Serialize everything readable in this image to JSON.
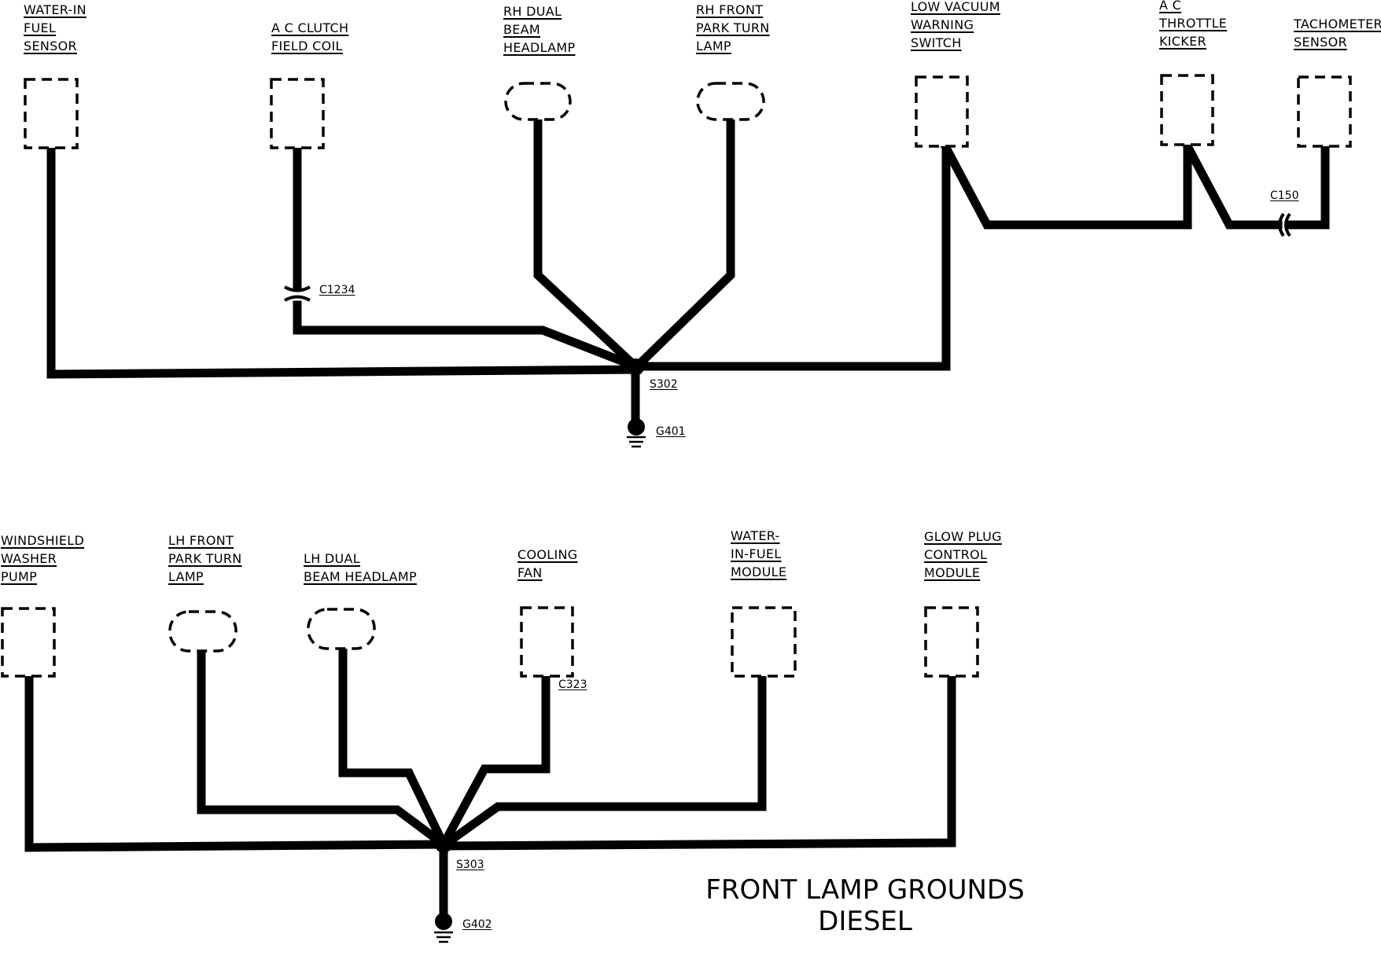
{
  "diagram": {
    "title_line1": "FRONT LAMP GROUNDS",
    "title_line2": "DIESEL",
    "top_circuit": {
      "components": [
        {
          "name": "water-in-fuel-sensor",
          "lines": [
            "WATER-IN",
            "FUEL",
            "SENSOR"
          ]
        },
        {
          "name": "ac-clutch-field-coil",
          "lines": [
            "A C CLUTCH",
            "FIELD COIL"
          ]
        },
        {
          "name": "rh-dual-beam-headlamp",
          "lines": [
            "RH DUAL",
            "BEAM",
            "HEADLAMP"
          ]
        },
        {
          "name": "rh-front-park-turn-lamp",
          "lines": [
            "RH FRONT",
            "PARK TURN",
            "LAMP"
          ]
        },
        {
          "name": "low-vacuum-warning-switch",
          "lines": [
            "LOW VACUUM",
            "WARNING",
            "SWITCH"
          ]
        },
        {
          "name": "ac-throttle-kicker",
          "lines": [
            "A C",
            "THROTTLE",
            "KICKER"
          ]
        },
        {
          "name": "tachometer-sensor",
          "lines": [
            "TACHOMETER",
            "SENSOR"
          ]
        }
      ],
      "connectors": {
        "c1234": "C1234",
        "c150": "C150"
      },
      "splice": "S302",
      "ground": "G401"
    },
    "bottom_circuit": {
      "components": [
        {
          "name": "windshield-washer-pump",
          "lines": [
            "WINDSHIELD",
            "WASHER",
            "PUMP"
          ]
        },
        {
          "name": "lh-front-park-turn-lamp",
          "lines": [
            "LH FRONT",
            "PARK TURN",
            "LAMP"
          ]
        },
        {
          "name": "lh-dual-beam-headlamp",
          "lines": [
            "LH DUAL",
            "BEAM HEADLAMP"
          ]
        },
        {
          "name": "cooling-fan",
          "lines": [
            "COOLING",
            "FAN"
          ]
        },
        {
          "name": "water-in-fuel-module",
          "lines": [
            "WATER-",
            "IN-FUEL",
            "MODULE"
          ]
        },
        {
          "name": "glow-plug-control-module",
          "lines": [
            "GLOW PLUG",
            "CONTROL",
            "MODULE"
          ]
        }
      ],
      "connectors": {
        "c323": "C323"
      },
      "splice": "S303",
      "ground": "G402"
    }
  }
}
